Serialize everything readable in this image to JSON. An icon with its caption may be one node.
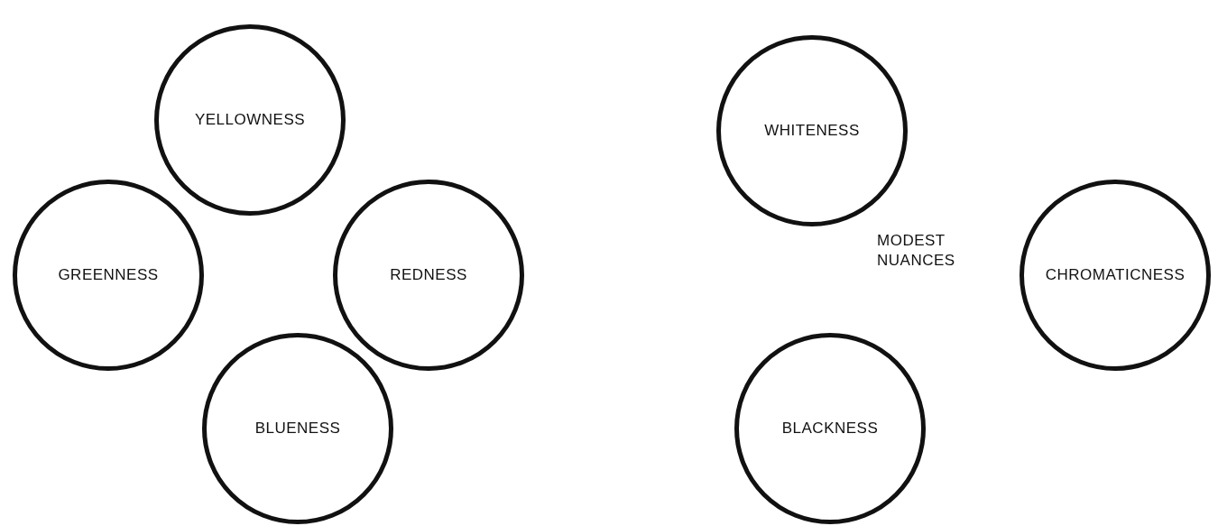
{
  "diagram": {
    "nodes": [
      {
        "text": [
          "YELLOWNESS"
        ]
      },
      {
        "text": [
          "GREENNESS"
        ]
      },
      {
        "text": [
          "REDNESS"
        ]
      },
      {
        "text": [
          "BLUENESS"
        ]
      },
      {
        "text": [
          "WHITENESS"
        ]
      },
      {
        "text": [
          "CHROMATICNESS"
        ]
      },
      {
        "text": [
          "BLACKNESS"
        ]
      }
    ],
    "edges": [],
    "labels": [
      "MODEST NUANCES"
    ]
  }
}
